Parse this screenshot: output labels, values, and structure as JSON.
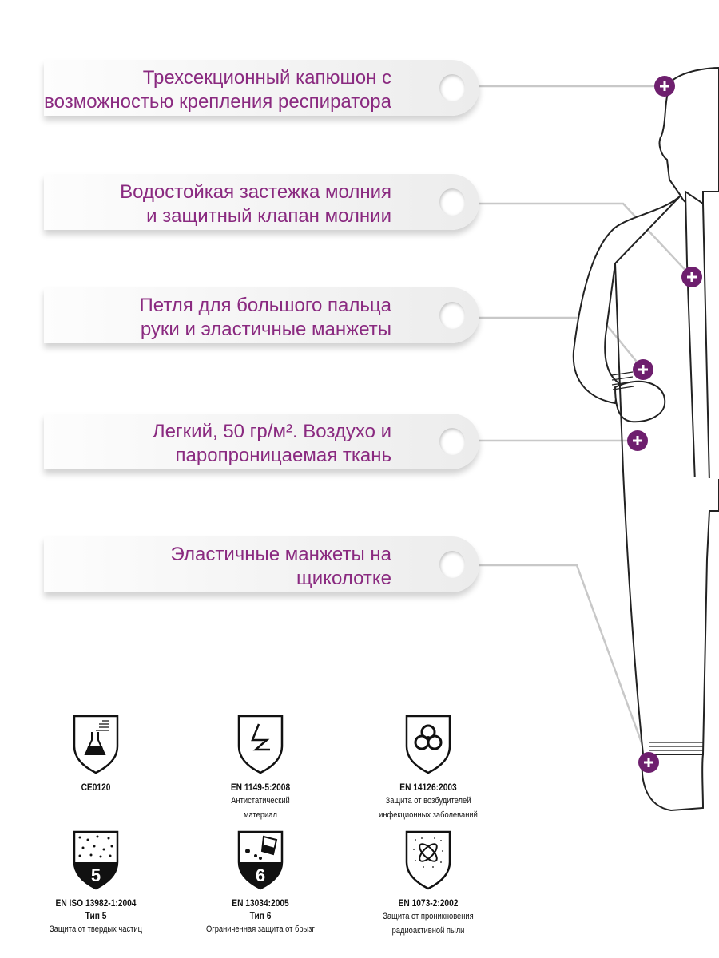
{
  "features": [
    {
      "line1": "Трехсекционный капюшон с",
      "line2": "возможностью крепления респиратора"
    },
    {
      "line1": "Водостойкая застежка молния",
      "line2": "и защитный клапан молнии"
    },
    {
      "line1": "Петля для большого пальца",
      "line2": "руки и эластичные манжеты"
    },
    {
      "line1": "Легкий, 50 гр/м². Воздухо и",
      "line2": "паропроницаемая ткань"
    },
    {
      "line1": "Эластичные манжеты на",
      "line2": "щиколотке"
    }
  ],
  "certifications": [
    {
      "icon": "chemical-flask-icon",
      "standard": "CE0120",
      "type": "",
      "desc1": "",
      "desc2": ""
    },
    {
      "icon": "antistatic-icon",
      "standard": "EN 1149-5:2008",
      "type": "",
      "desc1": "Антистатический",
      "desc2": "материал"
    },
    {
      "icon": "biohazard-icon",
      "standard": "EN 14126:2003",
      "type": "",
      "desc1": "Защита от возбудителей",
      "desc2": "инфекционных заболеваний"
    },
    {
      "icon": "particles-type5-icon",
      "number": "5",
      "standard": "EN ISO 13982-1:2004",
      "type": "Тип 5",
      "desc1": "Защита от твердых частиц",
      "desc2": ""
    },
    {
      "icon": "splash-type6-icon",
      "number": "6",
      "standard": "EN 13034:2005",
      "type": "Тип 6",
      "desc1": "Ограниченная защита от брызг",
      "desc2": ""
    },
    {
      "icon": "radioactive-dust-icon",
      "standard": "EN 1073-2:2002",
      "type": "",
      "desc1": "Защита от проникновения",
      "desc2": "радиоактивной пыли"
    }
  ],
  "colors": {
    "accent": "#8a2a80",
    "marker": "#6e1f6e"
  }
}
